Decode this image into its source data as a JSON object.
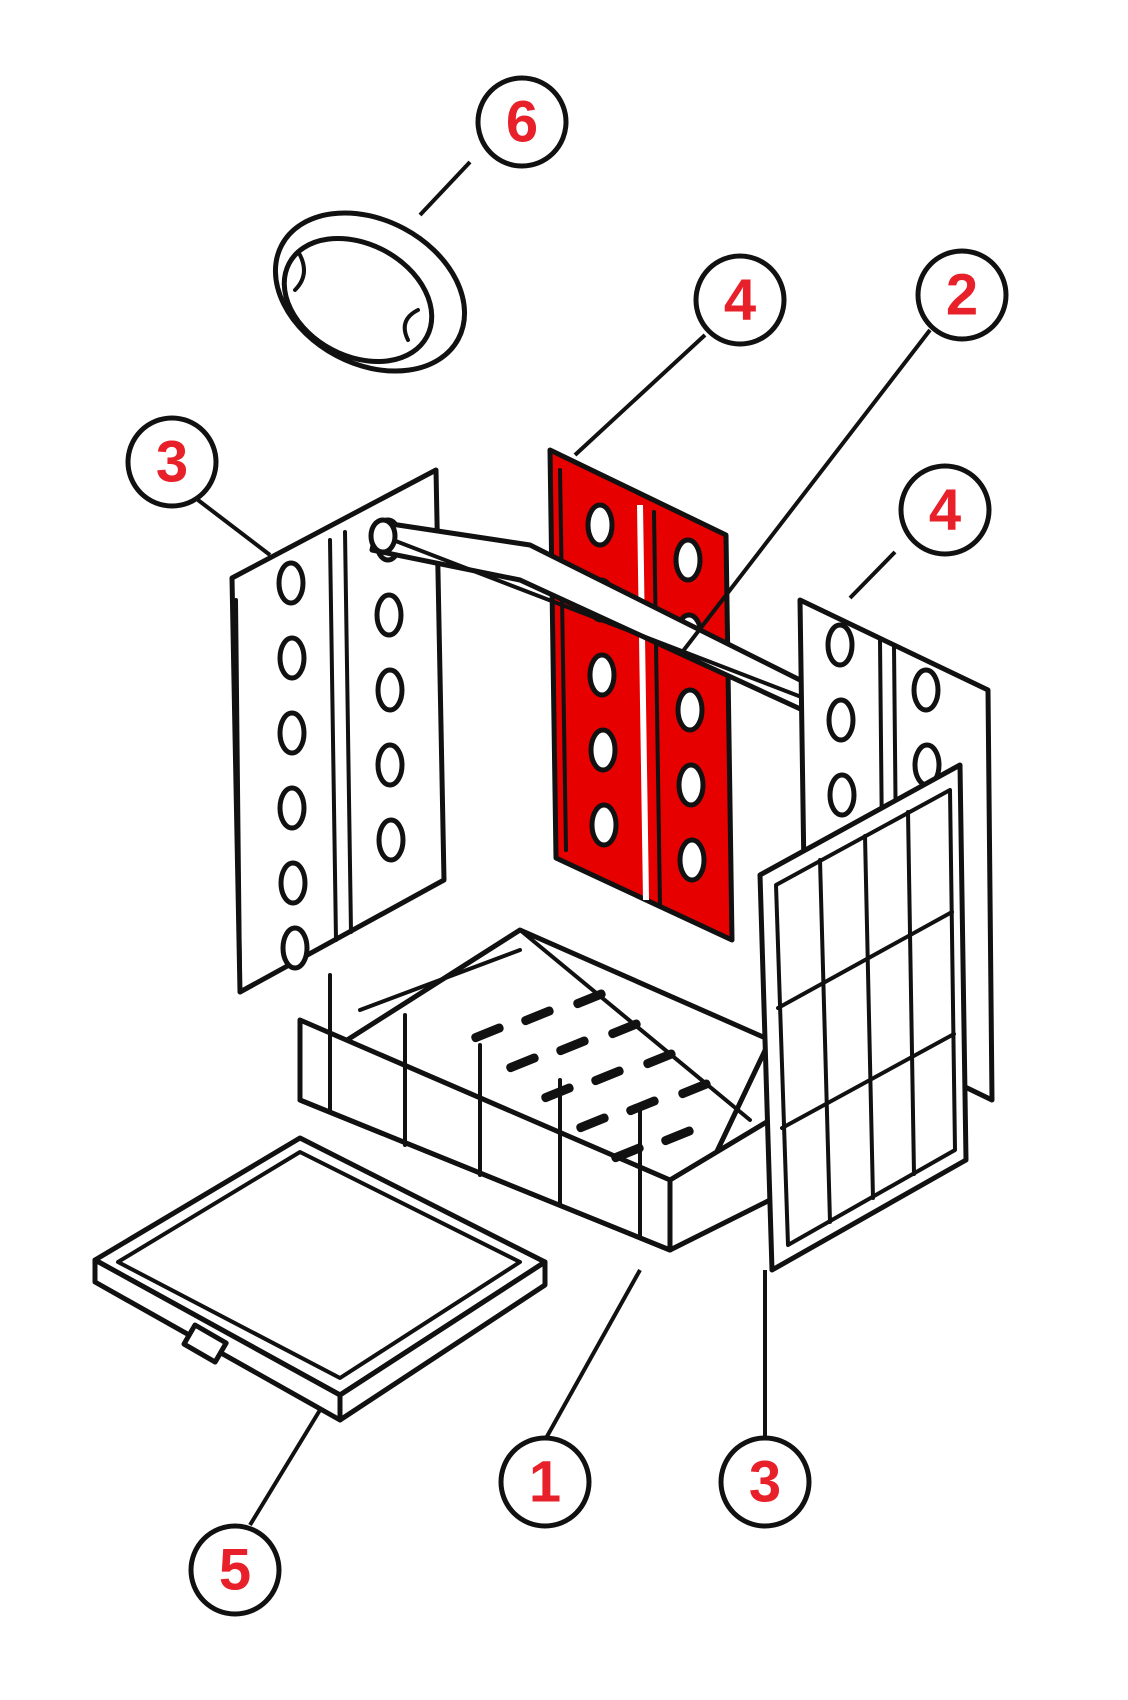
{
  "callouts": [
    {
      "id": "c6",
      "label": "6"
    },
    {
      "id": "c4a",
      "label": "4"
    },
    {
      "id": "c2",
      "label": "2"
    },
    {
      "id": "c3a",
      "label": "3"
    },
    {
      "id": "c4b",
      "label": "4"
    },
    {
      "id": "c1",
      "label": "1"
    },
    {
      "id": "c3b",
      "label": "3"
    },
    {
      "id": "c5",
      "label": "5"
    }
  ],
  "colors": {
    "callout_text": "#e8202a",
    "highlight_part": "#e60000",
    "line": "#111111"
  }
}
